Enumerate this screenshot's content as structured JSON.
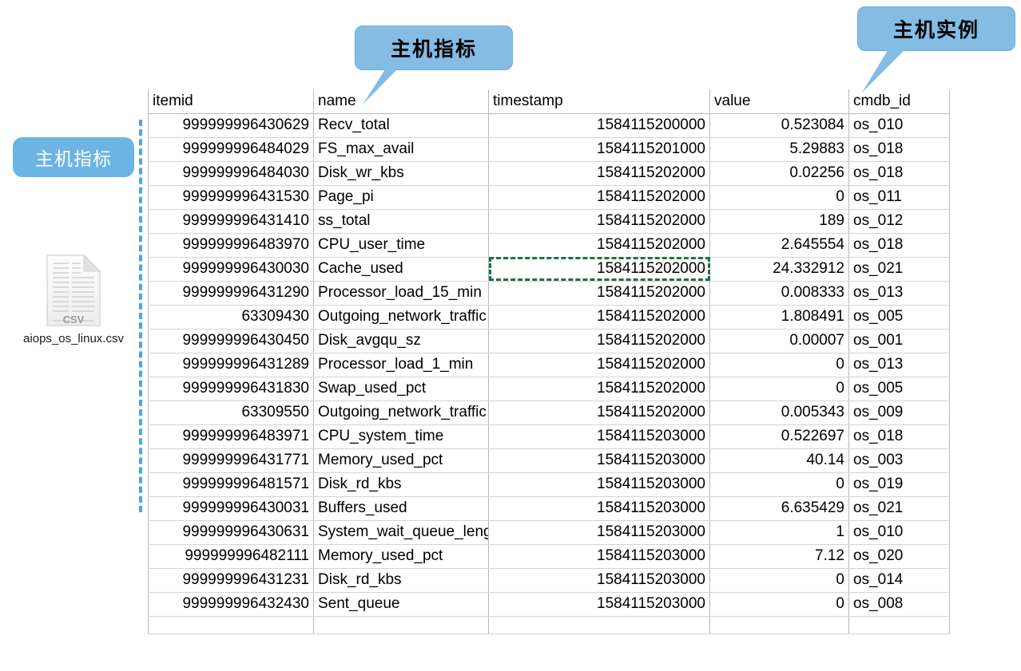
{
  "annotations": {
    "left_label": "主机指标",
    "callout_metric": "主机指标",
    "callout_instance": "主机实例"
  },
  "file": {
    "icon": "csv-file-icon",
    "icon_label": "CSV",
    "name": "aiops_os_linux.csv"
  },
  "table": {
    "columns": [
      "itemid",
      "name",
      "timestamp",
      "value",
      "cmdb_id"
    ],
    "rows": [
      [
        "999999996430629",
        "Recv_total",
        "1584115200000",
        "0.523084",
        "os_010"
      ],
      [
        "999999996484029",
        "FS_max_avail",
        "1584115201000",
        "5.29883",
        "os_018"
      ],
      [
        "999999996484030",
        "Disk_wr_kbs",
        "1584115202000",
        "0.02256",
        "os_018"
      ],
      [
        "999999996431530",
        "Page_pi",
        "1584115202000",
        "0",
        "os_011"
      ],
      [
        "999999996431410",
        "ss_total",
        "1584115202000",
        "189",
        "os_012"
      ],
      [
        "999999996483970",
        "CPU_user_time",
        "1584115202000",
        "2.645554",
        "os_018"
      ],
      [
        "999999996430030",
        "Cache_used",
        "1584115202000",
        "24.332912",
        "os_021"
      ],
      [
        "999999996431290",
        "Processor_load_15_min",
        "1584115202000",
        "0.008333",
        "os_013"
      ],
      [
        "63309430",
        "Outgoing_network_traffic",
        "1584115202000",
        "1.808491",
        "os_005"
      ],
      [
        "999999996430450",
        "Disk_avgqu_sz",
        "1584115202000",
        "0.00007",
        "os_001"
      ],
      [
        "999999996431289",
        "Processor_load_1_min",
        "1584115202000",
        "0",
        "os_013"
      ],
      [
        "999999996431830",
        "Swap_used_pct",
        "1584115202000",
        "0",
        "os_005"
      ],
      [
        "63309550",
        "Outgoing_network_traffic",
        "1584115202000",
        "0.005343",
        "os_009"
      ],
      [
        "999999996483971",
        "CPU_system_time",
        "1584115203000",
        "0.522697",
        "os_018"
      ],
      [
        "999999996431771",
        "Memory_used_pct",
        "1584115203000",
        "40.14",
        "os_003"
      ],
      [
        "999999996481571",
        "Disk_rd_kbs",
        "1584115203000",
        "0",
        "os_019"
      ],
      [
        "999999996430031",
        "Buffers_used",
        "1584115203000",
        "6.635429",
        "os_021"
      ],
      [
        "999999996430631",
        "System_wait_queue_length",
        "1584115203000",
        "1",
        "os_010"
      ],
      [
        "999999996482111",
        "Memory_used_pct",
        "1584115203000",
        "7.12",
        "os_020"
      ],
      [
        "999999996431231",
        "Disk_rd_kbs",
        "1584115203000",
        "0",
        "os_014"
      ],
      [
        "999999996432430",
        "Sent_queue",
        "1584115203000",
        "0",
        "os_008"
      ]
    ],
    "selected_cell": {
      "row_index": 6,
      "column": "timestamp",
      "value": "1584115202000"
    }
  },
  "colors": {
    "callout_fill": "#84BCE4",
    "left_label_fill": "#6CB4E4",
    "dashed_connector": "#4FA3E3",
    "selection_outline": "#1E7145"
  }
}
